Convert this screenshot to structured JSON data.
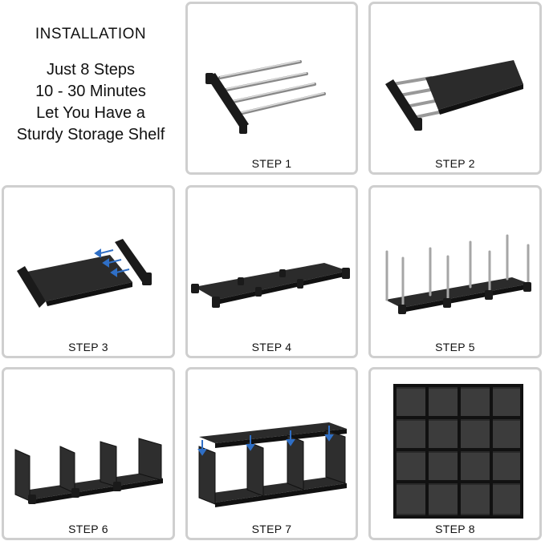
{
  "intro": {
    "title": "INSTALLATION",
    "lines": [
      "Just 8 Steps",
      "10 - 30 Minutes",
      "Let You Have a",
      "Sturdy Storage Shelf"
    ]
  },
  "steps": [
    {
      "label": "STEP 1",
      "icon": "rods-and-connectors-icon"
    },
    {
      "label": "STEP 2",
      "icon": "panel-on-rods-icon"
    },
    {
      "label": "STEP 3",
      "icon": "attach-end-connector-icon"
    },
    {
      "label": "STEP 4",
      "icon": "joined-panels-icon"
    },
    {
      "label": "STEP 5",
      "icon": "vertical-poles-icon"
    },
    {
      "label": "STEP 6",
      "icon": "side-panels-icon"
    },
    {
      "label": "STEP 7",
      "icon": "top-shelf-icon"
    },
    {
      "label": "STEP 8",
      "icon": "finished-cube-shelf-icon"
    }
  ],
  "colors": {
    "panel_border": "#cfcfcf",
    "fabric": "#2b2b2b",
    "metal": "#b9b9b9",
    "plastic": "#1a1a1a",
    "arrow": "#2f6fc6"
  }
}
